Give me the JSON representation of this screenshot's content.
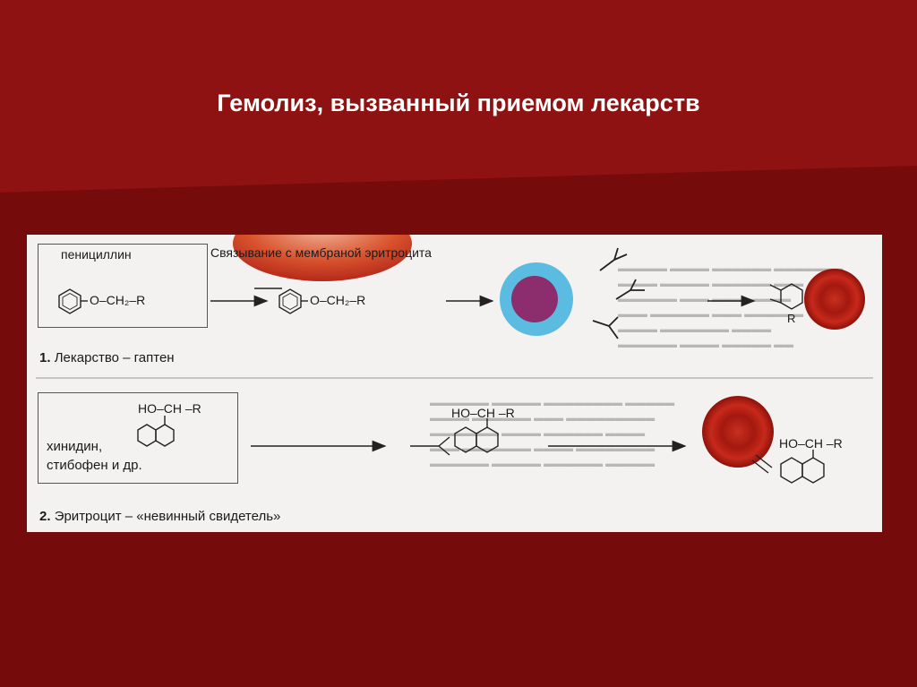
{
  "slide": {
    "title": "Гемолиз, вызванный приемом лекарств"
  },
  "panel1": {
    "drug": "пенициллин",
    "heading": "Связывание с мембраной эритроцита",
    "formula_left": "O–CH₂–R",
    "formula_right": "O–CH₂–R",
    "formula_side": "R",
    "caption_num": "1.",
    "caption_text": "Лекарство – гаптен"
  },
  "panel2": {
    "formula_top": "HO–CH –R",
    "drug_line1": "хинидин,",
    "drug_line2": "стибофен и др.",
    "formula_mid": "HO–CH –R",
    "formula_right": "HO–CH –R",
    "caption_num": "2.",
    "caption_text": "Эритроцит – «невинный свидетель»"
  },
  "colors": {
    "background": "#7a0c0c",
    "page": "#f4f2f0",
    "blue_cell": "#5bbbe0",
    "purple_core": "#8c2d6e",
    "rbc": "#b31e16"
  }
}
